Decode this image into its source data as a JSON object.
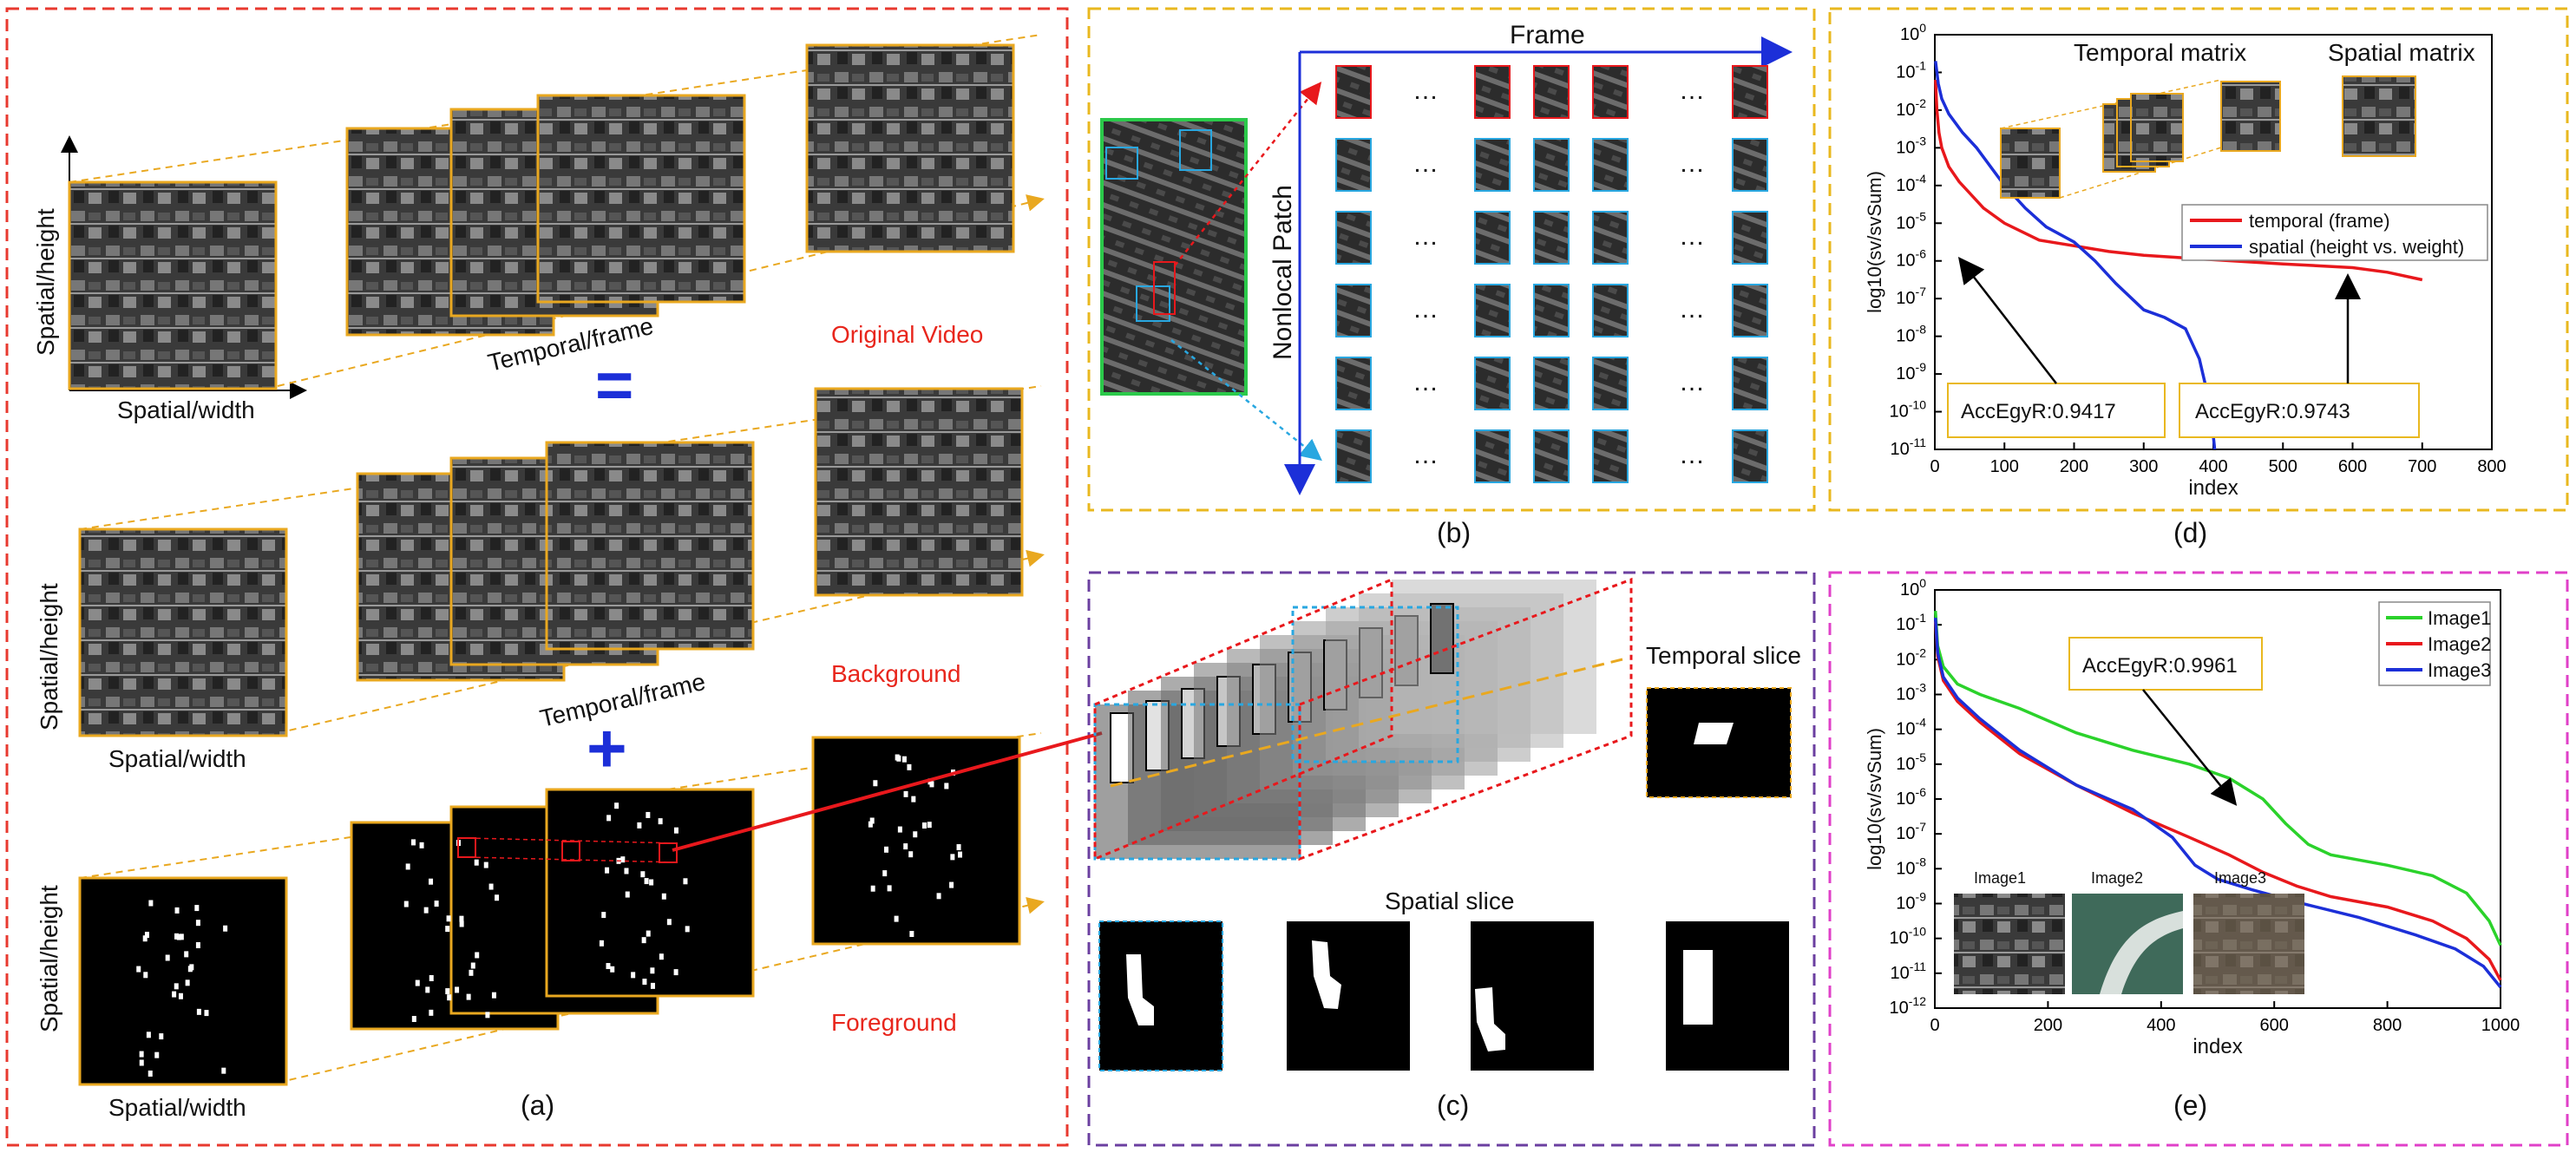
{
  "panels": {
    "a": {
      "caption": "(a)",
      "rows": [
        {
          "name": "Original Video",
          "ylabel": "Spatial/height",
          "xlabel": "Spatial/width",
          "tlabel": "Temporal/frame"
        },
        {
          "name": "Background",
          "ylabel": "Spatial/height",
          "xlabel": "Spatial/width",
          "tlabel": "Temporal/frame"
        },
        {
          "name": "Foreground",
          "ylabel": "Spatial/height",
          "xlabel": "Spatial/width"
        }
      ],
      "op_equals": "=",
      "op_plus": "+"
    },
    "b": {
      "caption": "(b)",
      "x_title": "Frame",
      "y_title": "Nonlocal Patch",
      "ellipsis": "…"
    },
    "c": {
      "caption": "(c)",
      "temporal_slice": "Temporal slice",
      "spatial_slice": "Spatial slice"
    },
    "d": {
      "caption": "(d)",
      "legend_temporal_title": "Temporal matrix",
      "legend_spatial_title": "Spatial matrix",
      "annot1": "AccEgyR:0.9417",
      "annot2": "AccEgyR:0.9743"
    },
    "e": {
      "caption": "(e)",
      "annot": "AccEgyR:0.9961",
      "thumbs": [
        "Image1",
        "Image2",
        "Image3"
      ]
    }
  },
  "colors": {
    "panel_a": "#e8392f",
    "panel_b": "#e9b81f",
    "panel_c": "#6b3fa0",
    "panel_d": "#e9b81f",
    "panel_e": "#e040c8",
    "frame_border": "#e9a820",
    "temporal": "#e8181c",
    "spatial": "#1c2fd8",
    "image1": "#2bd22b",
    "image2": "#e8181c",
    "image3": "#1c2fd8"
  },
  "chart_data": [
    {
      "type": "line",
      "ylabel": "log10(sv/svSum)",
      "xlabel": "index",
      "xlim": [
        0,
        800
      ],
      "xticks": [
        0,
        100,
        200,
        300,
        400,
        500,
        600,
        700,
        800
      ],
      "ylim_log10": [
        -11,
        0
      ],
      "ytick_exponents": [
        0,
        -1,
        -2,
        -3,
        -4,
        -5,
        -6,
        -7,
        -8,
        -9,
        -10,
        -11
      ],
      "series": [
        {
          "name": "temporal (frame)",
          "color": "#e8181c",
          "x": [
            1,
            3,
            6,
            10,
            20,
            35,
            50,
            70,
            100,
            150,
            200,
            250,
            300,
            400,
            500,
            600,
            650,
            700
          ],
          "y": [
            -1.2,
            -2.0,
            -2.6,
            -3.0,
            -3.5,
            -3.9,
            -4.2,
            -4.6,
            -5.0,
            -5.45,
            -5.6,
            -5.75,
            -5.85,
            -5.97,
            -6.08,
            -6.18,
            -6.3,
            -6.5
          ]
        },
        {
          "name": "spatial (height vs. weight)",
          "color": "#1c2fd8",
          "x": [
            1,
            5,
            10,
            20,
            40,
            60,
            80,
            100,
            130,
            160,
            200,
            230,
            260,
            300,
            330,
            360,
            380,
            390,
            398,
            402
          ],
          "y": [
            -0.7,
            -1.3,
            -1.7,
            -2.1,
            -2.6,
            -3.0,
            -3.5,
            -4.0,
            -4.6,
            -5.1,
            -5.5,
            -6.0,
            -6.6,
            -7.3,
            -7.5,
            -7.8,
            -8.6,
            -9.4,
            -10.3,
            -11
          ]
        }
      ],
      "legend": "top-right"
    },
    {
      "type": "line",
      "ylabel": "log10(sv/svSum)",
      "xlabel": "index",
      "xlim": [
        0,
        1000
      ],
      "xticks": [
        0,
        200,
        400,
        600,
        800,
        1000
      ],
      "ylim_log10": [
        -12,
        0
      ],
      "ytick_exponents": [
        0,
        -1,
        -2,
        -3,
        -4,
        -5,
        -6,
        -7,
        -8,
        -9,
        -10,
        -11,
        -12
      ],
      "series": [
        {
          "name": "Image1",
          "color": "#2bd22b",
          "x": [
            1,
            5,
            15,
            40,
            80,
            150,
            250,
            350,
            450,
            520,
            580,
            620,
            660,
            700,
            800,
            880,
            940,
            980,
            1000
          ],
          "y": [
            -0.6,
            -1.6,
            -2.2,
            -2.7,
            -3.0,
            -3.4,
            -4.1,
            -4.6,
            -5.0,
            -5.4,
            -6.0,
            -6.7,
            -7.3,
            -7.6,
            -7.9,
            -8.2,
            -8.7,
            -9.5,
            -10.2
          ]
        },
        {
          "name": "Image2",
          "color": "#e8181c",
          "x": [
            1,
            5,
            15,
            40,
            80,
            150,
            250,
            350,
            450,
            520,
            580,
            640,
            700,
            800,
            880,
            940,
            980,
            1000
          ],
          "y": [
            -0.9,
            -1.9,
            -2.6,
            -3.2,
            -3.8,
            -4.7,
            -5.6,
            -6.4,
            -7.1,
            -7.6,
            -8.1,
            -8.5,
            -8.8,
            -9.1,
            -9.5,
            -10.0,
            -10.6,
            -11.2
          ]
        },
        {
          "name": "Image3",
          "color": "#1c2fd8",
          "x": [
            1,
            5,
            15,
            40,
            80,
            150,
            250,
            350,
            420,
            460,
            500,
            560,
            650,
            750,
            850,
            920,
            970,
            1000
          ],
          "y": [
            -0.8,
            -1.8,
            -2.5,
            -3.1,
            -3.7,
            -4.6,
            -5.6,
            -6.3,
            -7.1,
            -7.9,
            -8.3,
            -8.6,
            -9.0,
            -9.4,
            -9.9,
            -10.3,
            -10.8,
            -11.4
          ]
        }
      ],
      "legend": "top-right"
    }
  ]
}
